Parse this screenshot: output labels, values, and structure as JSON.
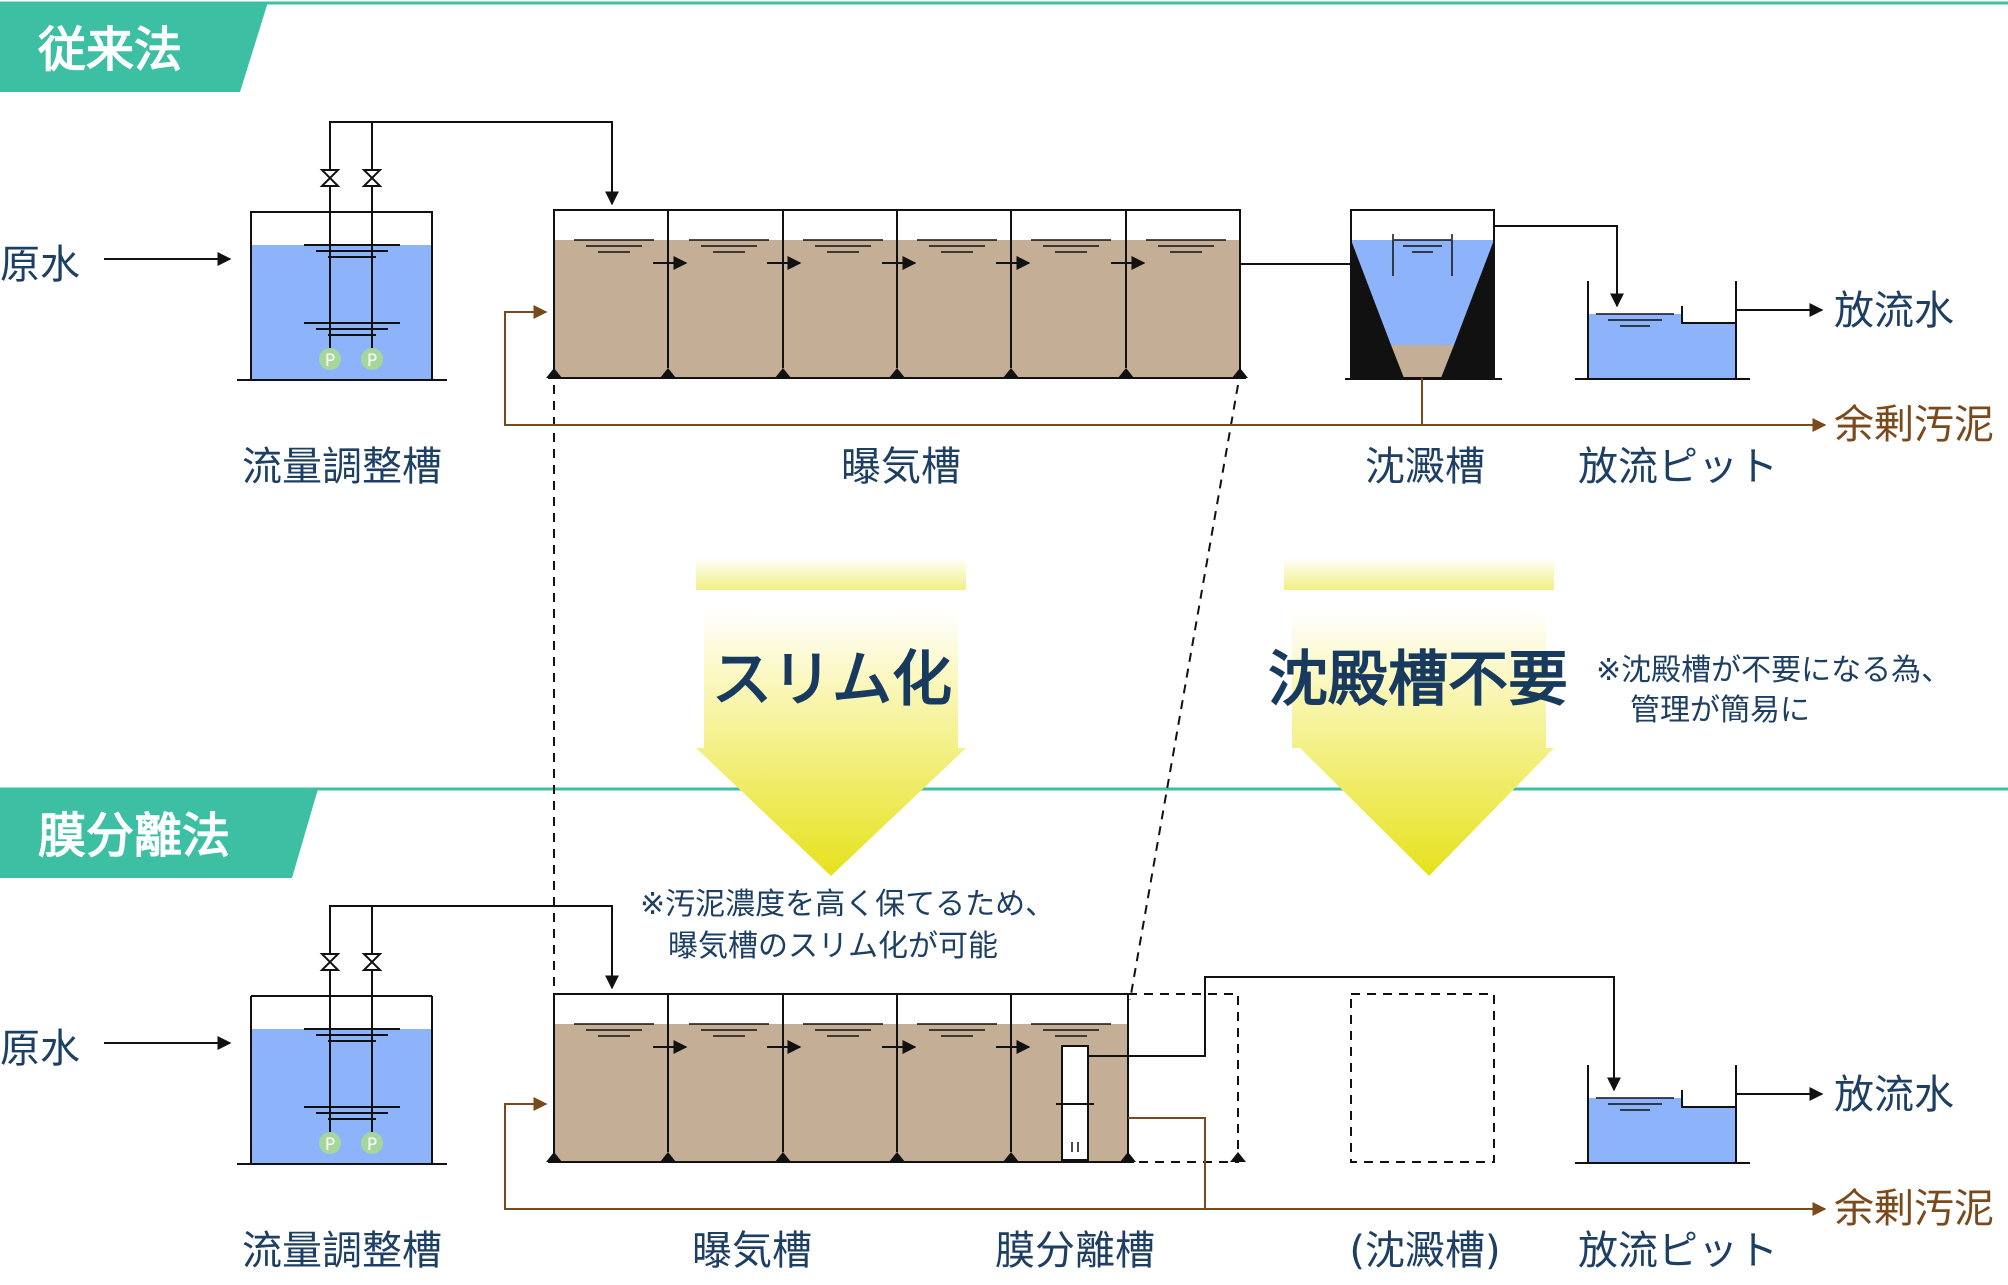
{
  "sections": {
    "conventional": {
      "title": "従来法"
    },
    "membrane": {
      "title": "膜分離法"
    }
  },
  "labels": {
    "raw_water_top": "原水",
    "raw_water_bottom": "原水",
    "flow_adjust_top": "流量調整槽",
    "flow_adjust_bottom": "流量調整槽",
    "aeration_top": "曝気槽",
    "aeration_bottom": "曝気槽",
    "sedimentation_top": "沈澱槽",
    "sedimentation_bottom": "(沈澱槽)",
    "discharge_pit_top": "放流ピット",
    "discharge_pit_bottom": "放流ピット",
    "membrane_tank": "膜分離槽",
    "discharge_water_top": "放流水",
    "discharge_water_bottom": "放流水",
    "excess_sludge_top": "余剰汚泥",
    "excess_sludge_bottom": "余剰汚泥",
    "pump": "P"
  },
  "callouts": {
    "slim": "スリム化",
    "no_sedimentation": "沈殿槽不要",
    "note_sedimentation_line1": "※沈殿槽が不要になる為、",
    "note_sedimentation_line2": "管理が簡易に",
    "note_sludge_line1": "※汚泥濃度を高く保てるため、",
    "note_sludge_line2": "曝気槽のスリム化が可能"
  },
  "colors": {
    "accent_teal": "#3dbfa3",
    "water_blue": "#8db3fb",
    "sludge_tan": "#c4ae95",
    "text_navy": "#1d3f63",
    "sludge_line_brown": "#7b4a1c",
    "pump_green": "#a6d79a",
    "arrow_yellow": "#e9e524"
  }
}
